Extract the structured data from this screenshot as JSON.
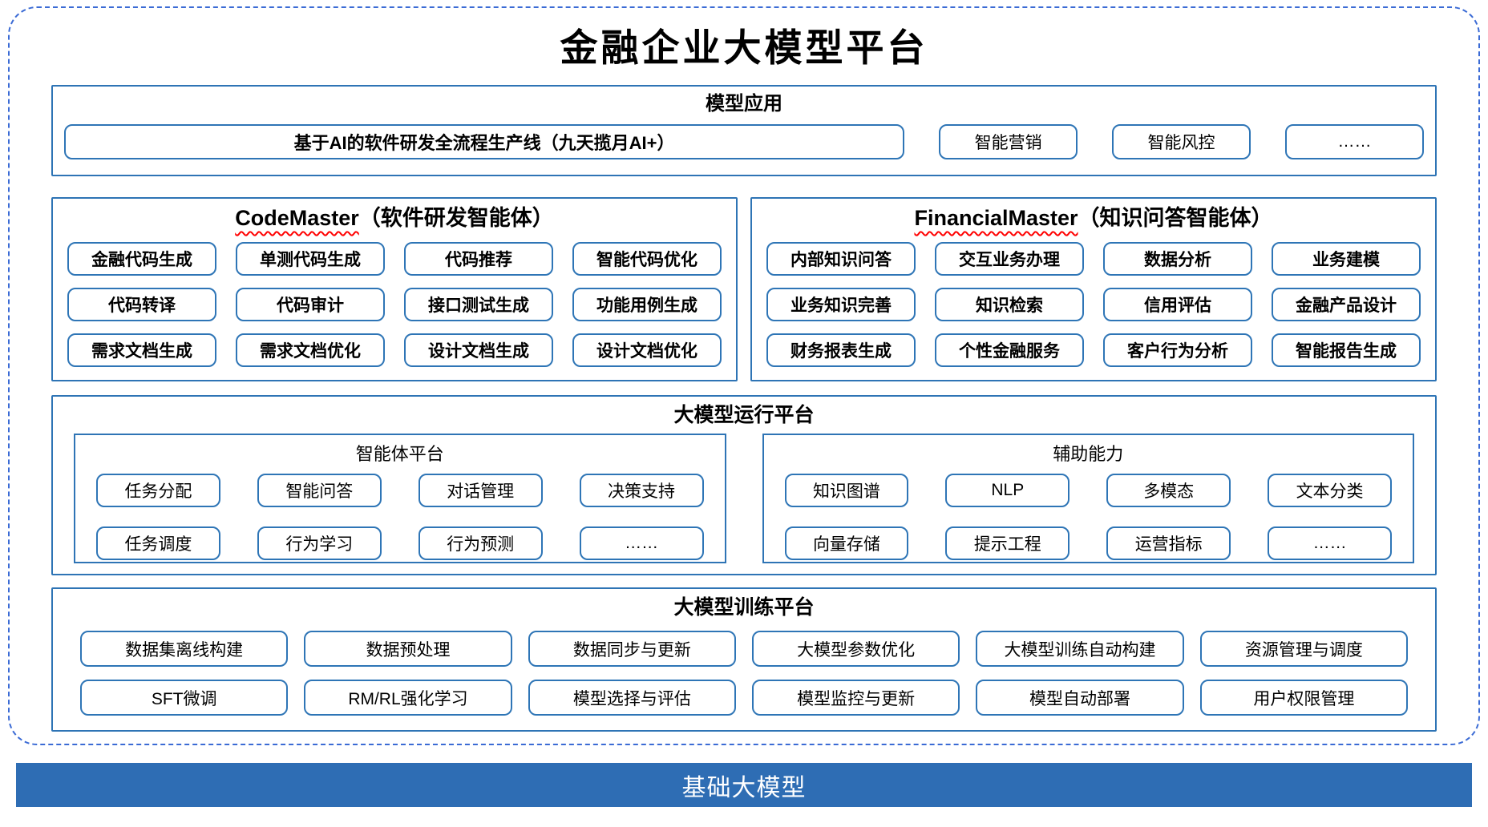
{
  "title": "金融企业大模型平台",
  "colors": {
    "outer_dashed_border": "#3B6BD5",
    "section_border": "#2E74B5",
    "box_border": "#2E75B6",
    "foundation_bg": "#2E6DB4",
    "squiggle_red": "#FF0000",
    "text": "#000000",
    "foundation_text": "#FFFFFF"
  },
  "sections": {
    "model_app": {
      "title": "模型应用",
      "pipeline": "基于AI的软件研发全流程生产线（九天揽月AI+）",
      "items": [
        "智能营销",
        "智能风控",
        "……"
      ]
    },
    "code_master": {
      "title_en": "CodeMaster",
      "title_zh": "（软件研发智能体）",
      "items": [
        "金融代码生成",
        "单测代码生成",
        "代码推荐",
        "智能代码优化",
        "代码转译",
        "代码审计",
        "接口测试生成",
        "功能用例生成",
        "需求文档生成",
        "需求文档优化",
        "设计文档生成",
        "设计文档优化"
      ]
    },
    "financial_master": {
      "title_en": "FinancialMaster",
      "title_zh": "（知识问答智能体）",
      "items": [
        "内部知识问答",
        "交互业务办理",
        "数据分析",
        "业务建模",
        "业务知识完善",
        "知识检索",
        "信用评估",
        "金融产品设计",
        "财务报表生成",
        "个性金融服务",
        "客户行为分析",
        "智能报告生成"
      ]
    },
    "runtime": {
      "title": "大模型运行平台",
      "agent_platform": {
        "title": "智能体平台",
        "items": [
          "任务分配",
          "智能问答",
          "对话管理",
          "决策支持",
          "任务调度",
          "行为学习",
          "行为预测",
          "……"
        ]
      },
      "aux_ability": {
        "title": "辅助能力",
        "items": [
          "知识图谱",
          "NLP",
          "多模态",
          "文本分类",
          "向量存储",
          "提示工程",
          "运营指标",
          "……"
        ]
      }
    },
    "training": {
      "title": "大模型训练平台",
      "items": [
        "数据集离线构建",
        "数据预处理",
        "数据同步与更新",
        "大模型参数优化",
        "大模型训练自动构建",
        "资源管理与调度",
        "SFT微调",
        "RM/RL强化学习",
        "模型选择与评估",
        "模型监控与更新",
        "模型自动部署",
        "用户权限管理"
      ]
    },
    "foundation": {
      "title": "基础大模型"
    }
  }
}
